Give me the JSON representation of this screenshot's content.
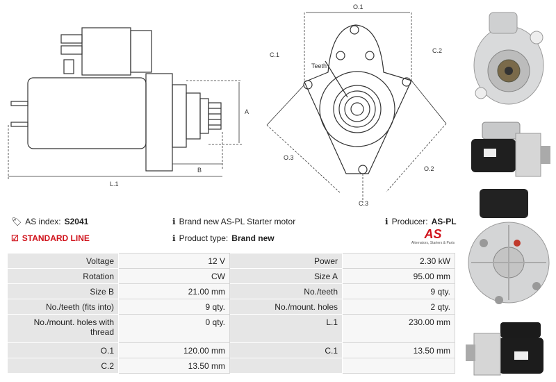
{
  "drawing": {
    "side": {
      "dim_a": "A",
      "dim_b": "B",
      "dim_l1": "L.1"
    },
    "front": {
      "dim_o1": "O.1",
      "dim_c1": "C.1",
      "dim_c2": "C.2",
      "dim_c3": "C.3",
      "dim_o2": "O.2",
      "dim_o3": "O.3",
      "teeth": "Teeth"
    }
  },
  "info": {
    "as_index_label": "AS index:",
    "as_index_value": "S2041",
    "standard_line": "STANDARD LINE",
    "description": "Brand new AS-PL Starter motor",
    "product_type_label": "Product type:",
    "product_type_value": "Brand new",
    "producer_label": "Producer:",
    "producer_value": "AS-PL",
    "logo_text": "AS",
    "logo_tagline": "Alternators, Starters & Parts"
  },
  "specs": [
    [
      "Voltage",
      "12 V",
      "Power",
      "2.30 kW"
    ],
    [
      "Rotation",
      "CW",
      "Size A",
      "95.00 mm"
    ],
    [
      "Size B",
      "21.00 mm",
      "No./teeth",
      "9 qty."
    ],
    [
      "No./teeth (fits into)",
      "9 qty.",
      "No./mount. holes",
      "2 qty."
    ],
    [
      "No./mount. holes with thread",
      "0 qty.",
      "L.1",
      "230.00 mm"
    ],
    [
      "O.1",
      "120.00 mm",
      "C.1",
      "13.50 mm"
    ],
    [
      "C.2",
      "13.50 mm",
      "",
      ""
    ]
  ],
  "colors": {
    "brand_red": "#d0121b",
    "label_bg": "#e6e6e6",
    "value_bg": "#f7f7f7"
  }
}
